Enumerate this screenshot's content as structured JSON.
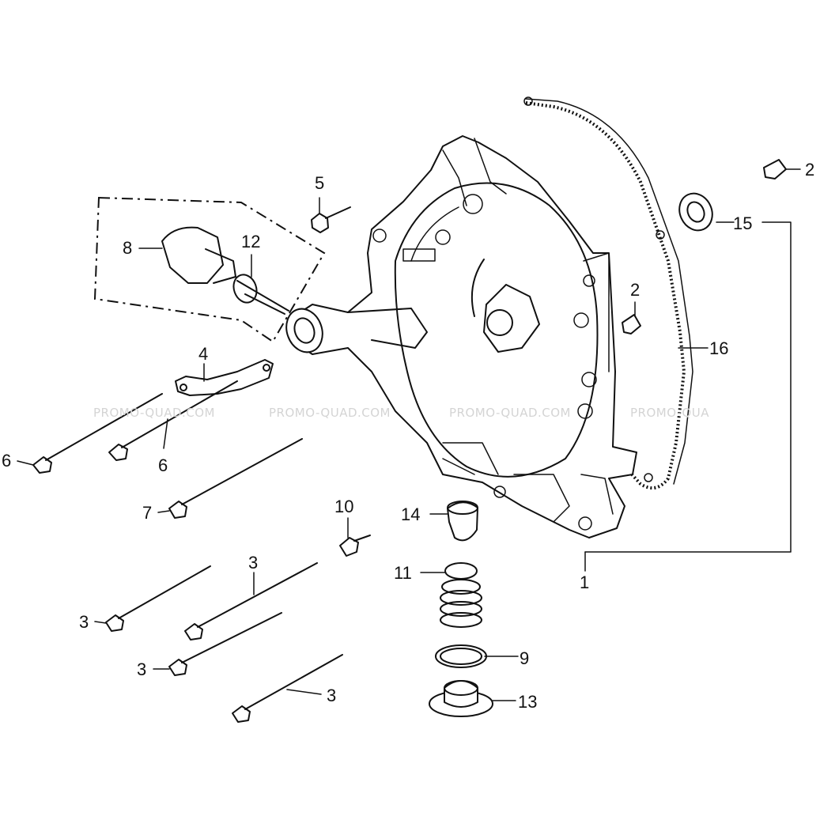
{
  "watermarks": [
    "PROMO-QUAD.COM",
    "PROMO-QUAD.COM",
    "PROMO-QUAD.COM",
    "PROMO-QUA"
  ],
  "callouts": {
    "c1": "1",
    "c2a": "2",
    "c2b": "2",
    "c3a": "3",
    "c3b": "3",
    "c3c": "3",
    "c3d": "3",
    "c4": "4",
    "c5": "5",
    "c6a": "6",
    "c6b": "6",
    "c7": "7",
    "c8": "8",
    "c9": "9",
    "c10": "10",
    "c11": "11",
    "c12": "12",
    "c13": "13",
    "c14": "14",
    "c15": "15",
    "c16": "16"
  }
}
